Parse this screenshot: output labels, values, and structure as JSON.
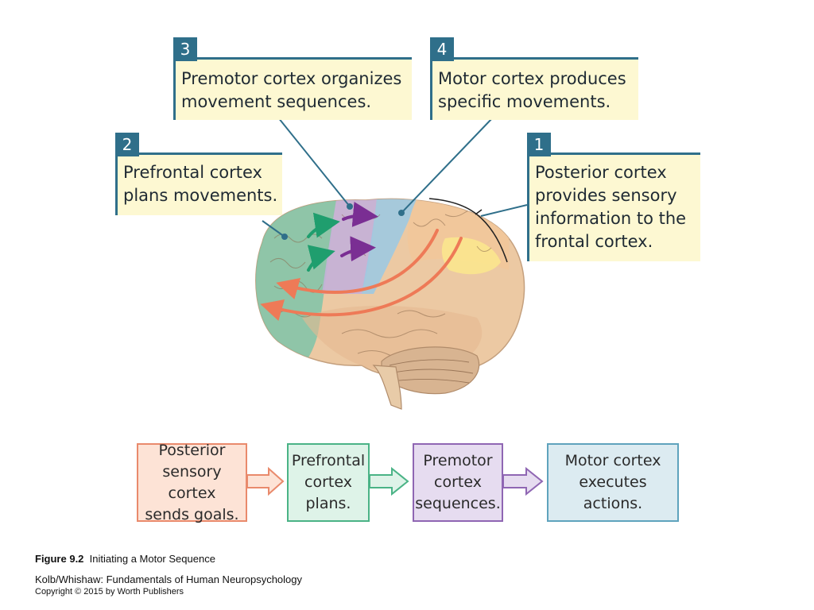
{
  "callouts": [
    {
      "num": "1",
      "text": "Posterior cortex\nprovides sensory\ninformation to the\nfrontal cortex."
    },
    {
      "num": "2",
      "text": "Prefrontal cortex\nplans movements."
    },
    {
      "num": "3",
      "text": "Premotor cortex organizes\nmovement sequences."
    },
    {
      "num": "4",
      "text": "Motor cortex produces\nspecific movements."
    }
  ],
  "flow": [
    {
      "text": "Posterior\nsensory cortex\nsends goals.",
      "fill": "#fde3d6",
      "border": "#e98a6c"
    },
    {
      "text": "Prefrontal\ncortex\nplans.",
      "fill": "#def3e8",
      "border": "#4ab386"
    },
    {
      "text": "Premotor\ncortex\nsequences.",
      "fill": "#e6dcf0",
      "border": "#8f66b3"
    },
    {
      "text": "Motor cortex\nexecutes actions.",
      "fill": "#dcebf1",
      "border": "#5fa3bd"
    }
  ],
  "colors": {
    "accent": "#2f6f8a",
    "callout_fill": "#fdf8d2",
    "prefrontal": "#7fc4a9",
    "premotor": "#c4b0d8",
    "motor": "#9ec9e1",
    "posterior": "#f1c79b",
    "sensory_yellow": "#fbe58e",
    "arrow_orange": "#ee7a57",
    "arrow_green": "#1f9e6e",
    "arrow_purple": "#7a2e93"
  },
  "caption": {
    "figure_label": "Figure 9.2",
    "figure_title": "Initiating a Motor Sequence",
    "source": "Kolb/Whishaw: Fundamentals of Human Neuropsychology",
    "copyright": "Copyright © 2015 by Worth Publishers"
  }
}
